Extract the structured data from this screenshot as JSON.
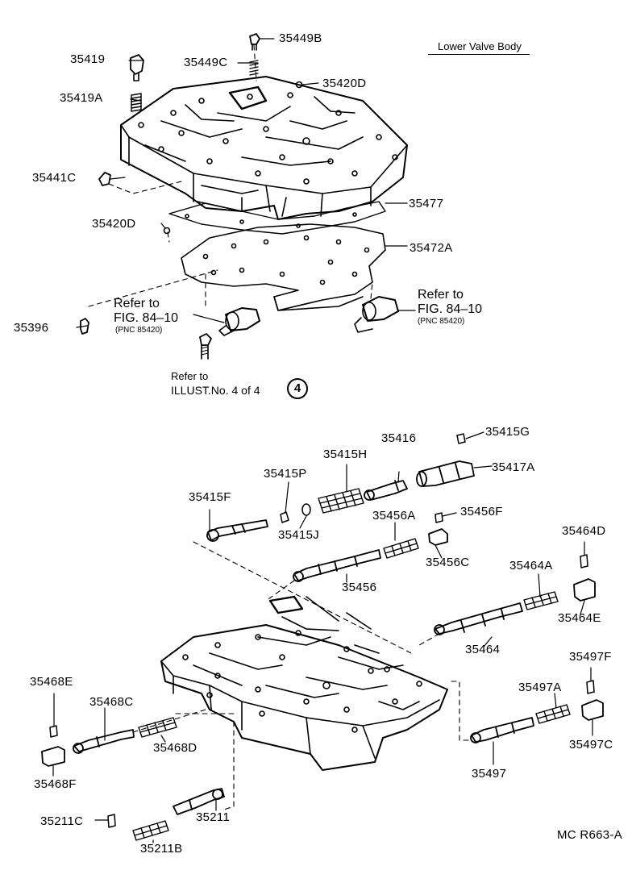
{
  "title": "Lower Valve Body",
  "drawing_code": "MC R663-A",
  "parts": {
    "p35419": "35419",
    "p35419A": "35419A",
    "p35449B": "35449B",
    "p35449C": "35449C",
    "p35420D_upper": "35420D",
    "p35441C": "35441C",
    "p35477": "35477",
    "p35420D_lower": "35420D",
    "p35472A": "35472A",
    "p35396": "35396",
    "p35415G": "35415G",
    "p35416": "35416",
    "p35415H": "35415H",
    "p35417A": "35417A",
    "p35415P": "35415P",
    "p35415F": "35415F",
    "p35456F": "35456F",
    "p35456A": "35456A",
    "p35415J": "35415J",
    "p35464D": "35464D",
    "p35456C": "35456C",
    "p35464A": "35464A",
    "p35456": "35456",
    "p35464E": "35464E",
    "p35464": "35464",
    "p35497F": "35497F",
    "p35468E": "35468E",
    "p35497A": "35497A",
    "p35468C": "35468C",
    "p35497C": "35497C",
    "p35468D": "35468D",
    "p35497": "35497",
    "p35468F": "35468F",
    "p35211C": "35211C",
    "p35211": "35211",
    "p35211B": "35211B"
  },
  "refs": {
    "left_l1": "Refer to",
    "left_l2": "FIG. 84–10",
    "left_pnc": "(PNC 85420)",
    "right_l1": "Refer to",
    "right_l2": "FIG. 84–10",
    "right_pnc": "(PNC 85420)",
    "illust_l1": "Refer to",
    "illust_l2": "ILLUST.No. 4 of 4",
    "illust_circle": "4"
  }
}
